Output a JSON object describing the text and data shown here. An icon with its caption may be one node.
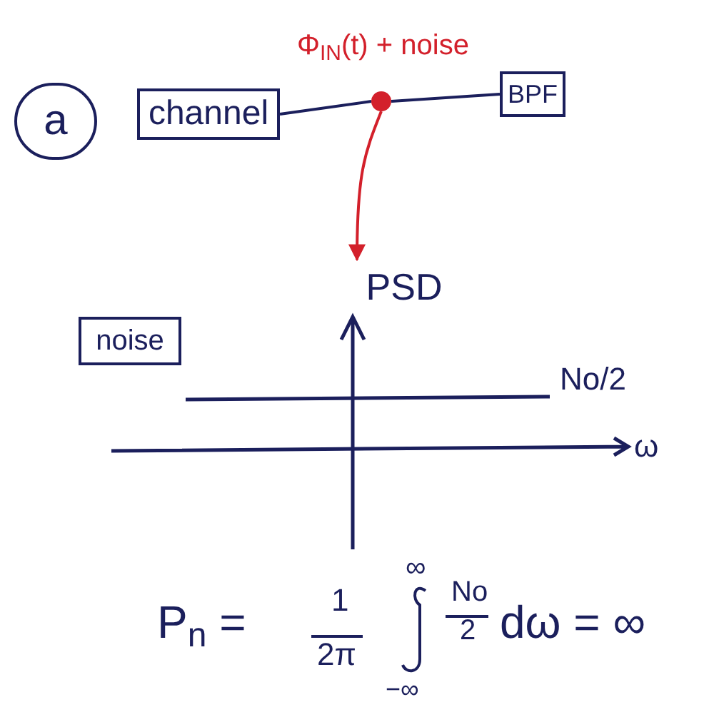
{
  "diagram": {
    "nodes": [
      {
        "text": [
          "a"
        ]
      },
      {
        "text": [
          "channel"
        ]
      },
      {
        "text": [
          "BPF"
        ]
      },
      {
        "text": [],
        "shape": "circle",
        "beside": [
          "Φ$_{IN}$(t) + noise"
        ]
      },
      {
        "text": [
          "noise"
        ]
      },
      {
        "text": [
          "PSD"
        ]
      }
    ],
    "edges": [
      {
        "from": 1,
        "to": 3,
        "arrow": "none"
      },
      {
        "from": 3,
        "to": 2,
        "arrow": "none"
      },
      {
        "from": 3,
        "to": 5,
        "arrow": "to",
        "color": "#d3202b"
      }
    ],
    "labels": [
      "No/2",
      "ω",
      "P$_{n}$ =",
      "1",
      "2π",
      "∞",
      "−∞",
      "No",
      "2",
      "dω = ∞"
    ]
  }
}
